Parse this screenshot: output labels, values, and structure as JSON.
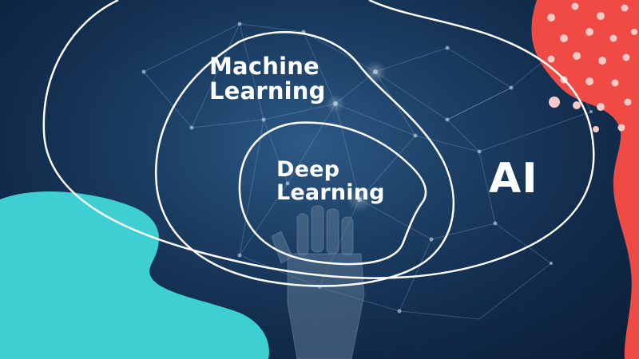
{
  "diagram": {
    "outer_set": {
      "label": "AI"
    },
    "middle_set": {
      "label_lines": [
        "Machine",
        "Learning"
      ]
    },
    "inner_set": {
      "label_lines": [
        "Deep",
        "Learning"
      ]
    }
  },
  "colors": {
    "background": "#13304f",
    "outline": "#ffffff",
    "cyan_blob": "#3ecfd3",
    "red_blob": "#f04a45",
    "dots": "#f9c9c7"
  }
}
